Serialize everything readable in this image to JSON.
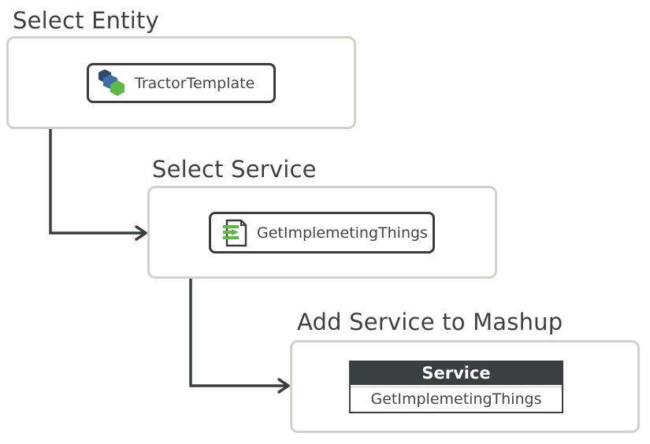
{
  "steps": [
    {
      "title": "Select Entity",
      "item_label": "TractorTemplate",
      "icon": "thing-template-hexagons-icon"
    },
    {
      "title": "Select Service",
      "item_label": "GetImplemetingThings",
      "icon": "service-document-icon"
    },
    {
      "title": "Add Service to Mashup",
      "box_header": "Service",
      "box_value": "GetImplemetingThings"
    }
  ],
  "colors": {
    "panel_border": "#d2d2cc",
    "chip_border": "#3c3c3c",
    "text": "#404040",
    "connector": "#3a3f3f",
    "header_bg": "#3a3f3f",
    "accent_green": "#5cb946",
    "accent_navy": "#2d4a6e",
    "accent_blue": "#3f6fa8"
  }
}
